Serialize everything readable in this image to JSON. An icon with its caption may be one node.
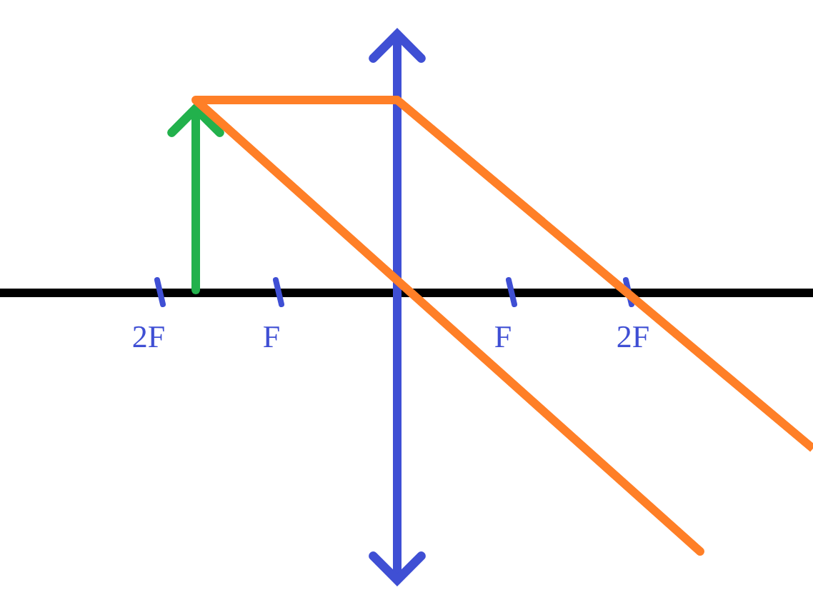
{
  "diagram": {
    "labels": [
      "2F",
      "F",
      "F",
      "2F"
    ]
  }
}
